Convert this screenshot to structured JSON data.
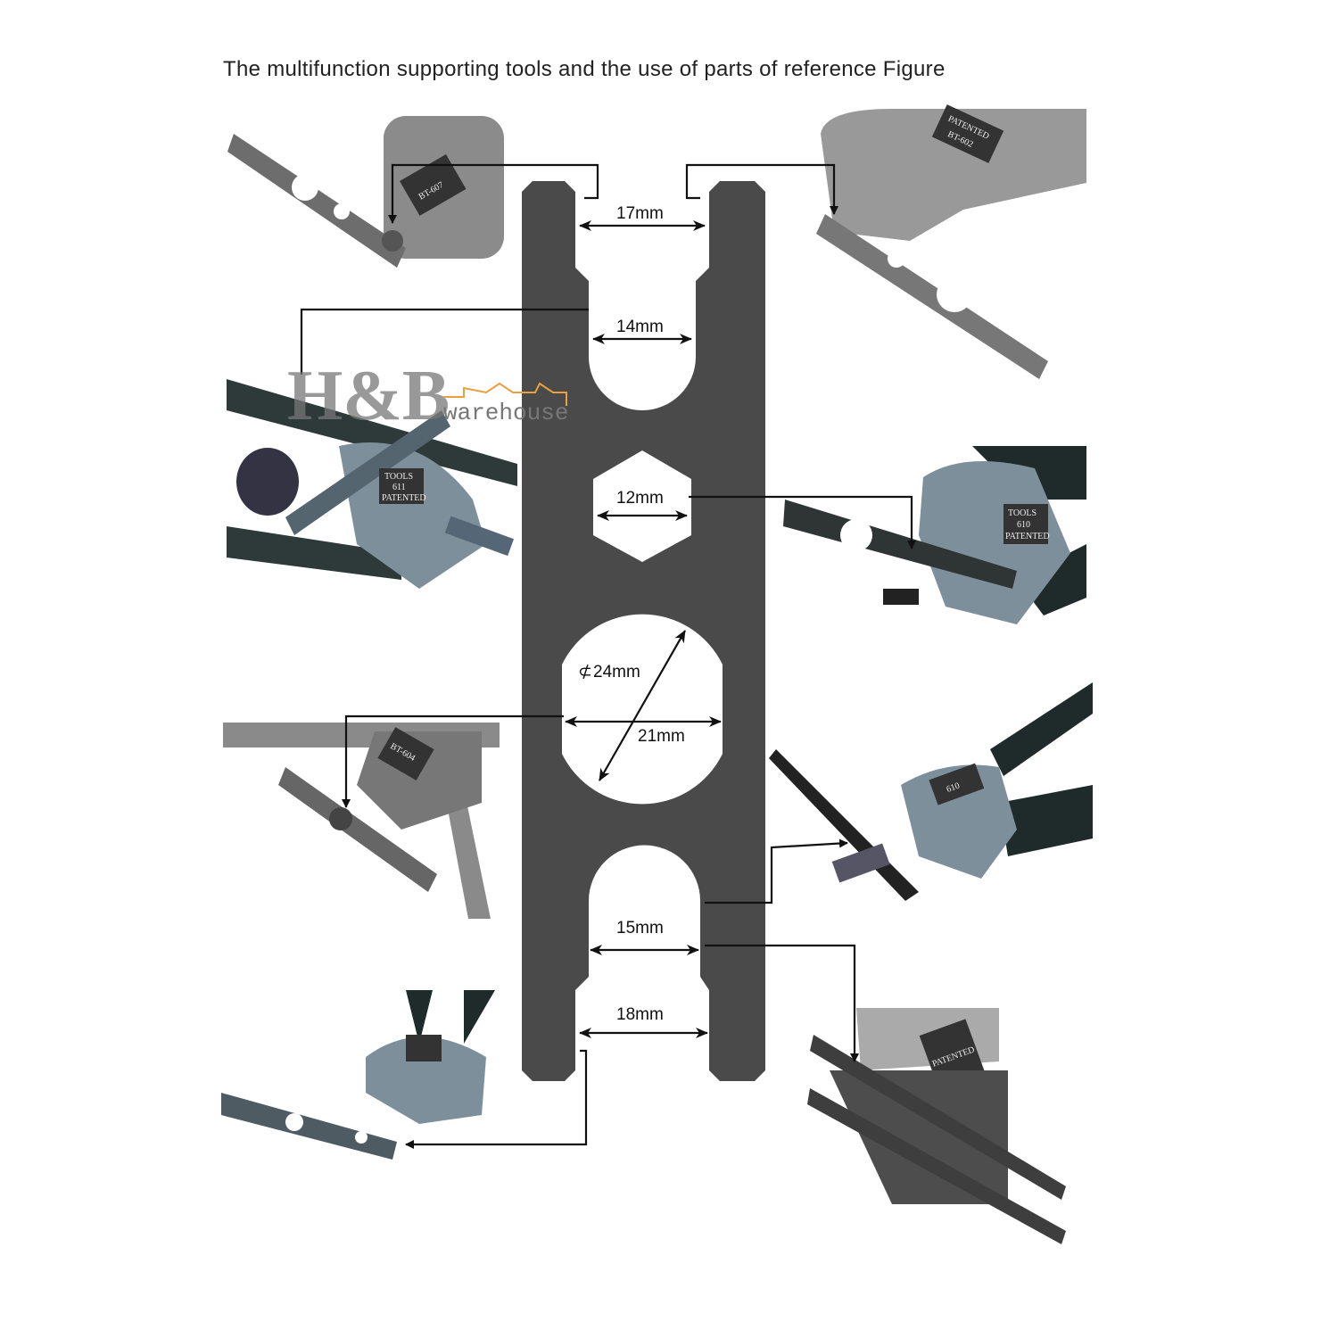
{
  "title": "The multifunction supporting tools and the use of parts of reference Figure",
  "dimensions": {
    "top_outer": "17mm",
    "top_inner": "14mm",
    "hex": "12mm",
    "round_diameter": "24mm",
    "round_diameter_symbol": "⊄",
    "round_flats": "21mm",
    "bottom_inner": "15mm",
    "bottom_outer": "18mm"
  },
  "tool_labels": {
    "top_left": "BT-607",
    "top_right_line1": "PATENTED",
    "top_right_line2": "BT-602",
    "mid_left_brand": "TOOLS",
    "mid_left_model": "611",
    "mid_left_note": "PATENTED",
    "mid_right_brand": "TOOLS",
    "mid_right_model": "610",
    "mid_right_note": "PATENTED",
    "lower_left": "BT-604",
    "lower_right_model": "610",
    "bottom_right": "PATENTED"
  },
  "watermark": {
    "brand": "H&B",
    "sub": "warehouse"
  },
  "colors": {
    "wrench": "#4a4a4a",
    "tool_gray": "#8a8a8a",
    "tool_blue": "#7d8f9a",
    "accent": "#e8a040"
  }
}
